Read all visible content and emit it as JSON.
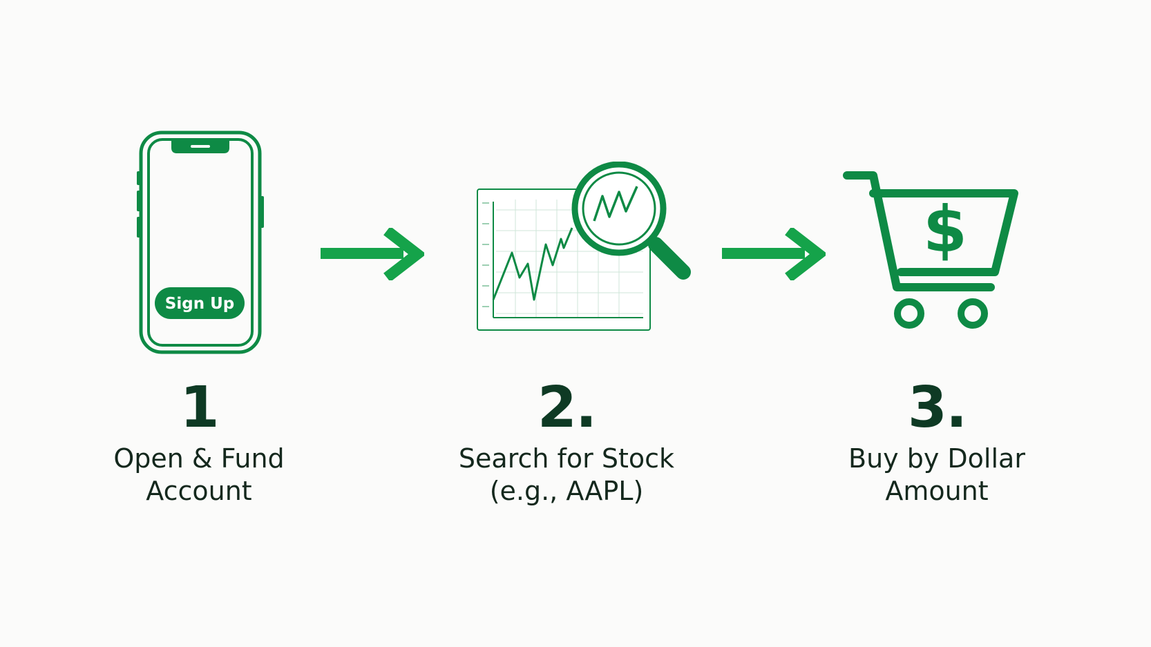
{
  "colors": {
    "brand_green": "#0e8a45",
    "arrow_green": "#15a34a",
    "dark_text": "#0e3a24"
  },
  "steps": [
    {
      "number": "1",
      "label_line1": "Open & Fund",
      "label_line2": "Account",
      "icon": "smartphone-icon",
      "button_label": "Sign Up"
    },
    {
      "number": "2.",
      "label_line1": "Search for Stock",
      "label_line2": "(e.g., AAPL)",
      "icon": "stock-chart-magnifier-icon"
    },
    {
      "number": "3.",
      "label_line1": "Buy by Dollar",
      "label_line2": "Amount",
      "icon": "shopping-cart-dollar-icon",
      "cart_symbol": "$"
    }
  ],
  "arrows": [
    "arrow-right-icon",
    "arrow-right-icon"
  ]
}
